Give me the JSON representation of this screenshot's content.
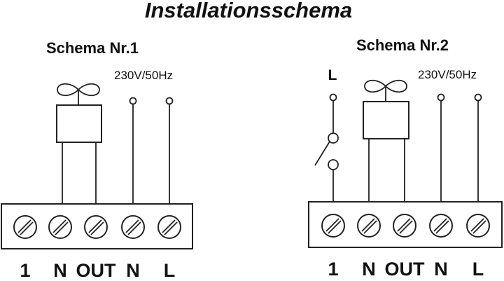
{
  "title": "Installationsschema",
  "schema1": {
    "heading": "Schema Nr.1",
    "voltage": "230V/50Hz",
    "terminals": [
      "1",
      "N",
      "OUT",
      "N",
      "L"
    ]
  },
  "schema2": {
    "heading": "Schema Nr.2",
    "voltage": "230V/50Hz",
    "switch_label": "L",
    "terminals": [
      "1",
      "N",
      "OUT",
      "N",
      "L"
    ]
  }
}
